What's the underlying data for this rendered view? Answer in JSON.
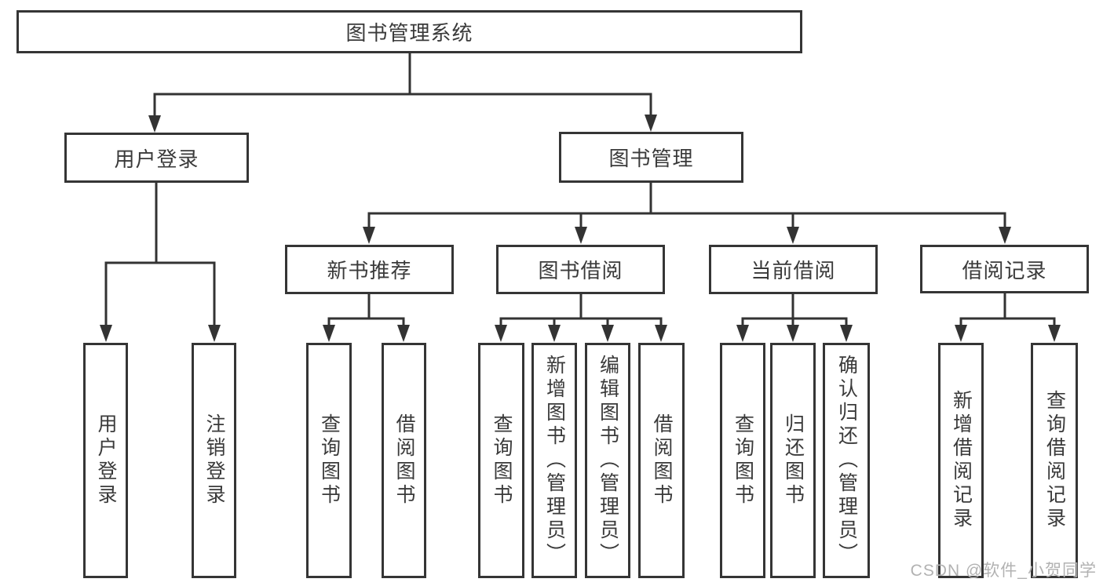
{
  "tree": {
    "label": "图书管理系统",
    "children": [
      {
        "label": "用户登录",
        "children": [
          {
            "label": "用户登录"
          },
          {
            "label": "注销登录"
          }
        ]
      },
      {
        "label": "图书管理",
        "children": [
          {
            "label": "新书推荐",
            "children": [
              {
                "label": "查询图书"
              },
              {
                "label": "借阅图书"
              }
            ]
          },
          {
            "label": "图书借阅",
            "children": [
              {
                "label": "查询图书"
              },
              {
                "label": "新增图书（管理员）"
              },
              {
                "label": "编辑图书（管理员）"
              },
              {
                "label": "借阅图书"
              }
            ]
          },
          {
            "label": "当前借阅",
            "children": [
              {
                "label": "查询图书"
              },
              {
                "label": "归还图书"
              },
              {
                "label": "确认归还（管理员）"
              }
            ]
          },
          {
            "label": "借阅记录",
            "children": [
              {
                "label": "新增借阅记录"
              },
              {
                "label": "查询借阅记录"
              }
            ]
          }
        ]
      }
    ]
  },
  "watermark": "CSDN @软件_小贺同学",
  "colors": {
    "line": "#333333",
    "box_border": "#353535",
    "text": "#3a3a3a",
    "watermark": "#b2b2b2",
    "background": "#ffffff"
  }
}
